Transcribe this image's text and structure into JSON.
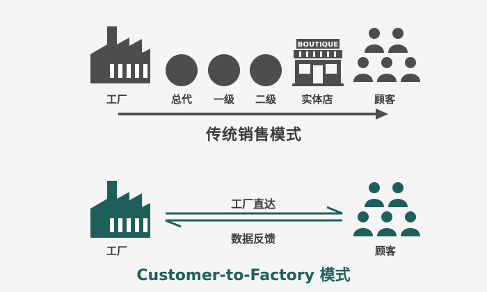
{
  "traditional": {
    "nodes": [
      "工厂",
      "总代",
      "一级",
      "二级",
      "实体店",
      "顾客"
    ],
    "shop_sign": "BOUTIQUE",
    "title": "传统销售模式"
  },
  "c2f": {
    "factory_label": "工厂",
    "customer_label": "顾客",
    "forward_label": "工厂直达",
    "backward_label": "数据反馈",
    "title": "Customer-to-Factory 模式"
  },
  "colors": {
    "gray": "#4d4d4d",
    "teal": "#1f5f5b"
  }
}
